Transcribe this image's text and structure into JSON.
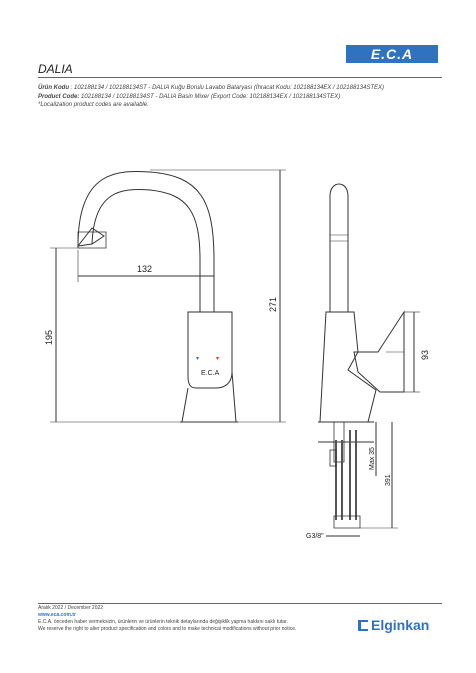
{
  "header": {
    "logo_text": "E.C.A",
    "product_name": "DALIA"
  },
  "info": {
    "tr_label": "Ürün Kodu",
    "tr_value": ": 102188134 / 102188134ST - DALIA Kuğu Borulu Lavabo Bataryası (İhracat Kodu: 102188134EX / 102188134STEX)",
    "en_label": "Product Code:",
    "en_value": "102188134 / 102188134ST - DALIA Basin Mixer (Export Code: 102188134EX / 102188134STEX)",
    "note": "*Localization product codes are available."
  },
  "dimensions": {
    "spout_reach": "132",
    "total_height": "271",
    "body_height": "195",
    "handle_height": "93",
    "max_thickness": "Max 35",
    "hose_length": "391",
    "thread": "G3/8\""
  },
  "body_label": "E.C.A",
  "footer": {
    "date": "Aralık 2022 / December 2022",
    "url": "www.eca.com.tr",
    "tr_notice": "E.C.A. önceden haber vermeksizin, ürünlerin ve ürünlerin teknik detaylarında değişiklik yapma hakkını saklı tutar.",
    "en_notice": "We reserve the right to alter product specification and colors and to make technical modifications without prior notice.",
    "brand": "Elginkan"
  },
  "colors": {
    "brand_blue": "#2f73c0",
    "hot_red": "#d9322b",
    "cold_blue": "#2f73c0"
  }
}
